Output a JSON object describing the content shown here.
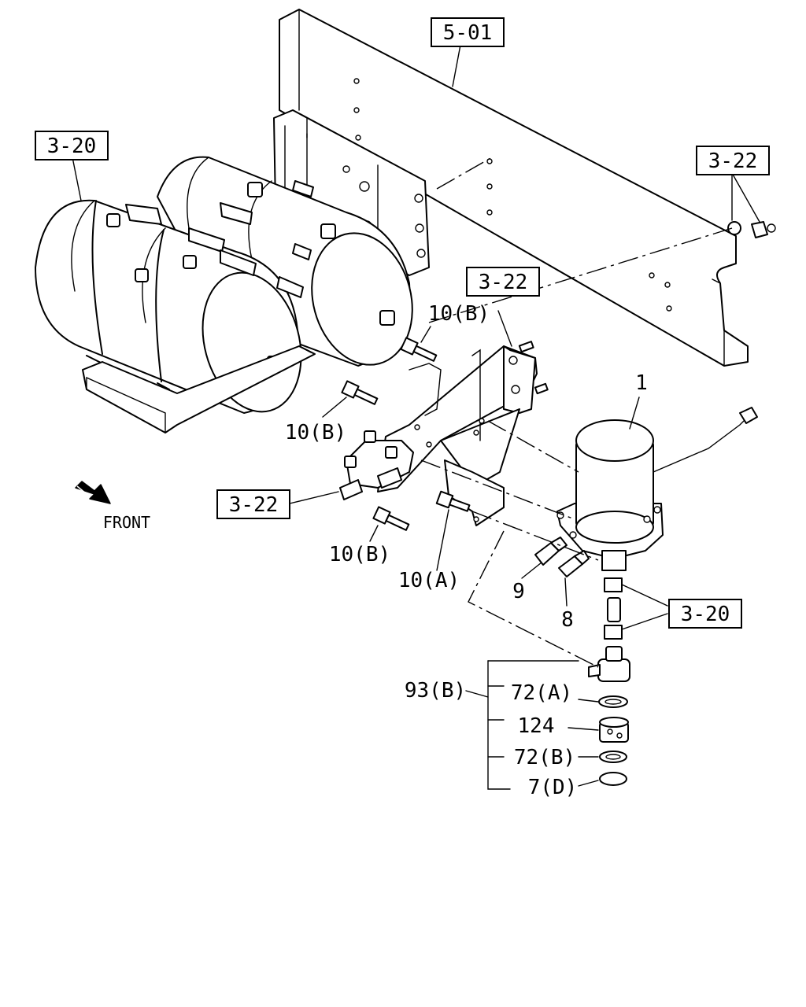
{
  "refs": {
    "ref_501": "5-01",
    "ref_320_top": "3-20",
    "ref_322_right": "3-22",
    "ref_322_mid": "3-22",
    "ref_322_left": "3-22",
    "ref_320_bottom": "3-20"
  },
  "callouts": {
    "p10b_top": "10(B)",
    "p10b_mid": "10(B)",
    "p10b_low": "10(B)",
    "p10a": "10(A)",
    "p1": "1",
    "p9": "9",
    "p8": "8",
    "p93b": "93(B)",
    "p72a": "72(A)",
    "p124": "124",
    "p72b": "72(B)",
    "p7d": "7(D)"
  },
  "front_label": "FRONT"
}
